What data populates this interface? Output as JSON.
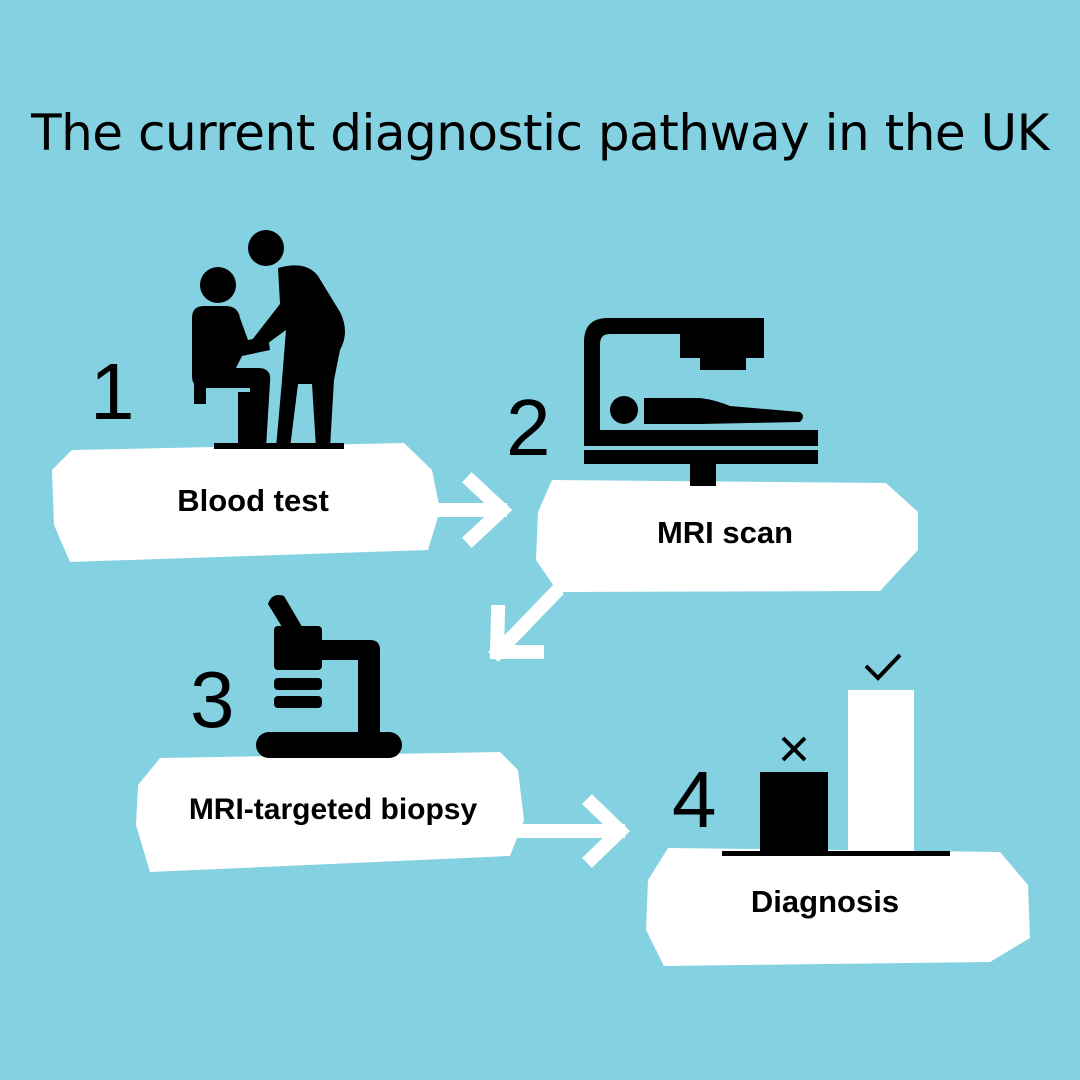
{
  "title": "The current diagnostic pathway in the UK",
  "steps": [
    {
      "number": "1",
      "label": "Blood test",
      "icon": "doctor-patient-icon"
    },
    {
      "number": "2",
      "label": "MRI scan",
      "icon": "mri-scanner-icon"
    },
    {
      "number": "3",
      "label": "MRI-targeted biopsy",
      "icon": "microscope-icon"
    },
    {
      "number": "4",
      "label": "Diagnosis",
      "icon": "result-bars-icon"
    }
  ],
  "colors": {
    "background": "#84D1E2",
    "card": "#FFFFFF",
    "ink": "#000000",
    "arrow": "#FFFFFF"
  }
}
